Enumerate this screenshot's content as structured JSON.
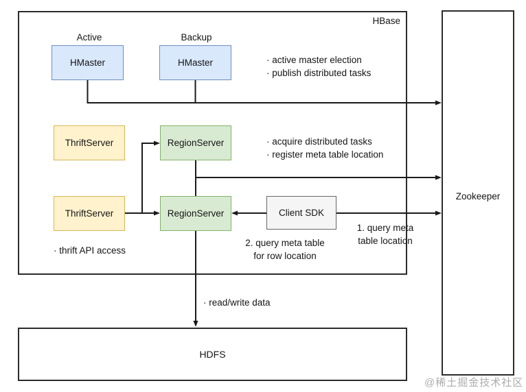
{
  "nodes": {
    "hbase": {
      "label": "HBase"
    },
    "zookeeper": {
      "label": "Zookeeper"
    },
    "hdfs": {
      "label": "HDFS"
    },
    "hmaster_active": {
      "label": "HMaster",
      "tag": "Active",
      "fill": "#dae8fc",
      "border": "#6c8ebf"
    },
    "hmaster_backup": {
      "label": "HMaster",
      "tag": "Backup",
      "fill": "#dae8fc",
      "border": "#6c8ebf"
    },
    "thrift_server_1": {
      "label": "ThriftServer",
      "fill": "#fff2cc",
      "border": "#d6b656"
    },
    "thrift_server_2": {
      "label": "ThriftServer",
      "fill": "#fff2cc",
      "border": "#d6b656"
    },
    "region_server_1": {
      "label": "RegionServer",
      "fill": "#d9ead3",
      "border": "#82b366"
    },
    "region_server_2": {
      "label": "RegionServer",
      "fill": "#d9ead3",
      "border": "#82b366"
    },
    "client_sdk": {
      "label": "Client SDK",
      "fill": "#f5f5f5",
      "border": "#666666"
    }
  },
  "annotations": {
    "master_tasks_line1": "· active master election",
    "master_tasks_line2": "· publish distributed tasks",
    "region_tasks_line1": "· acquire distributed tasks",
    "region_tasks_line2": "· register meta table location",
    "thrift_access": "· thrift API access",
    "query_meta_line1": "1. query meta",
    "query_meta_line2": "table location",
    "query_table_line1": "2. query meta table",
    "query_table_line2": "for row location",
    "read_write": "· read/write data"
  },
  "watermark": "@稀土掘金技术社区",
  "colors": {
    "connector_line": "#1a1a1a",
    "frame_border": "#2b2b2b",
    "text": "#141414",
    "watermark": "#9e9e9e"
  }
}
